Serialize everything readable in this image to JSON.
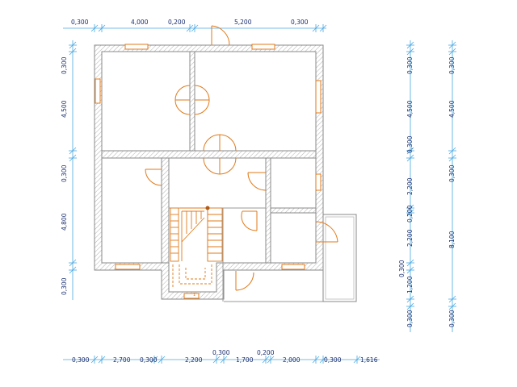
{
  "dimensions": {
    "top": [
      "0,300",
      "4,000",
      "0,200",
      "5,200",
      "0,300"
    ],
    "left": [
      "0,300",
      "4,500",
      "0,300",
      "4,800",
      "0,300"
    ],
    "right_inner": [
      "0,300",
      "4,500",
      "0,300",
      "2,200",
      "0,200",
      "2,200",
      "0,300",
      "1,200",
      "0,300"
    ],
    "right_outer": [
      "0,300",
      "4,500",
      "0,300",
      "8,100",
      "0,300"
    ],
    "bottom": [
      "0,300",
      "2,700",
      "0,300",
      "2,200",
      "0,300",
      "1,700",
      "0,200",
      "2,000",
      "0,300",
      "1,616"
    ]
  },
  "labels": {
    "stair_marker": "1"
  },
  "colors": {
    "dimension_line": "#4aa8e0",
    "dimension_text": "#1a2e6e",
    "wall": "#8a8a8a",
    "openings": "#e07a1a"
  }
}
